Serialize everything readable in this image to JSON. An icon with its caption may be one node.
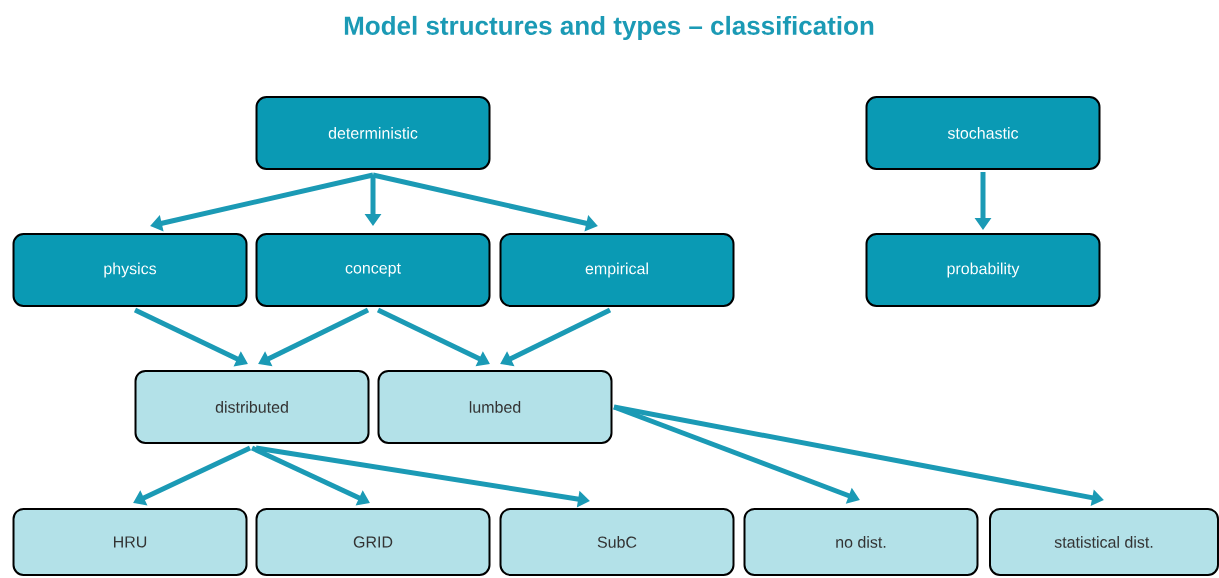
{
  "diagram": {
    "title": "Model structures and types – classification",
    "nodes": [
      {
        "text": [
          "deterministic"
        ]
      },
      {
        "text": [
          "stochastic"
        ]
      },
      {
        "text": [
          "physics"
        ]
      },
      {
        "text": [
          "concept"
        ]
      },
      {
        "text": [
          "empirical"
        ]
      },
      {
        "text": [
          "probability"
        ]
      },
      {
        "text": [
          "distributed"
        ]
      },
      {
        "text": [
          "lumbed"
        ]
      },
      {
        "text": [
          "HRU"
        ]
      },
      {
        "text": [
          "GRID"
        ]
      },
      {
        "text": [
          "SubC"
        ]
      },
      {
        "text": [
          "no dist."
        ]
      },
      {
        "text": [
          "statistical dist."
        ]
      }
    ],
    "edges": [
      {
        "from": 0,
        "to": 2,
        "arrow": "to"
      },
      {
        "from": 0,
        "to": 3,
        "arrow": "to"
      },
      {
        "from": 0,
        "to": 4,
        "arrow": "to"
      },
      {
        "from": 1,
        "to": 5,
        "arrow": "to"
      },
      {
        "from": 2,
        "to": 6,
        "arrow": "to"
      },
      {
        "from": 3,
        "to": 6,
        "arrow": "to"
      },
      {
        "from": 3,
        "to": 7,
        "arrow": "to"
      },
      {
        "from": 4,
        "to": 7,
        "arrow": "to"
      },
      {
        "from": 6,
        "to": 8,
        "arrow": "to"
      },
      {
        "from": 6,
        "to": 9,
        "arrow": "to"
      },
      {
        "from": 6,
        "to": 10,
        "arrow": "to"
      },
      {
        "from": 7,
        "to": 11,
        "arrow": "to"
      },
      {
        "from": 7,
        "to": 12,
        "arrow": "to"
      }
    ]
  }
}
